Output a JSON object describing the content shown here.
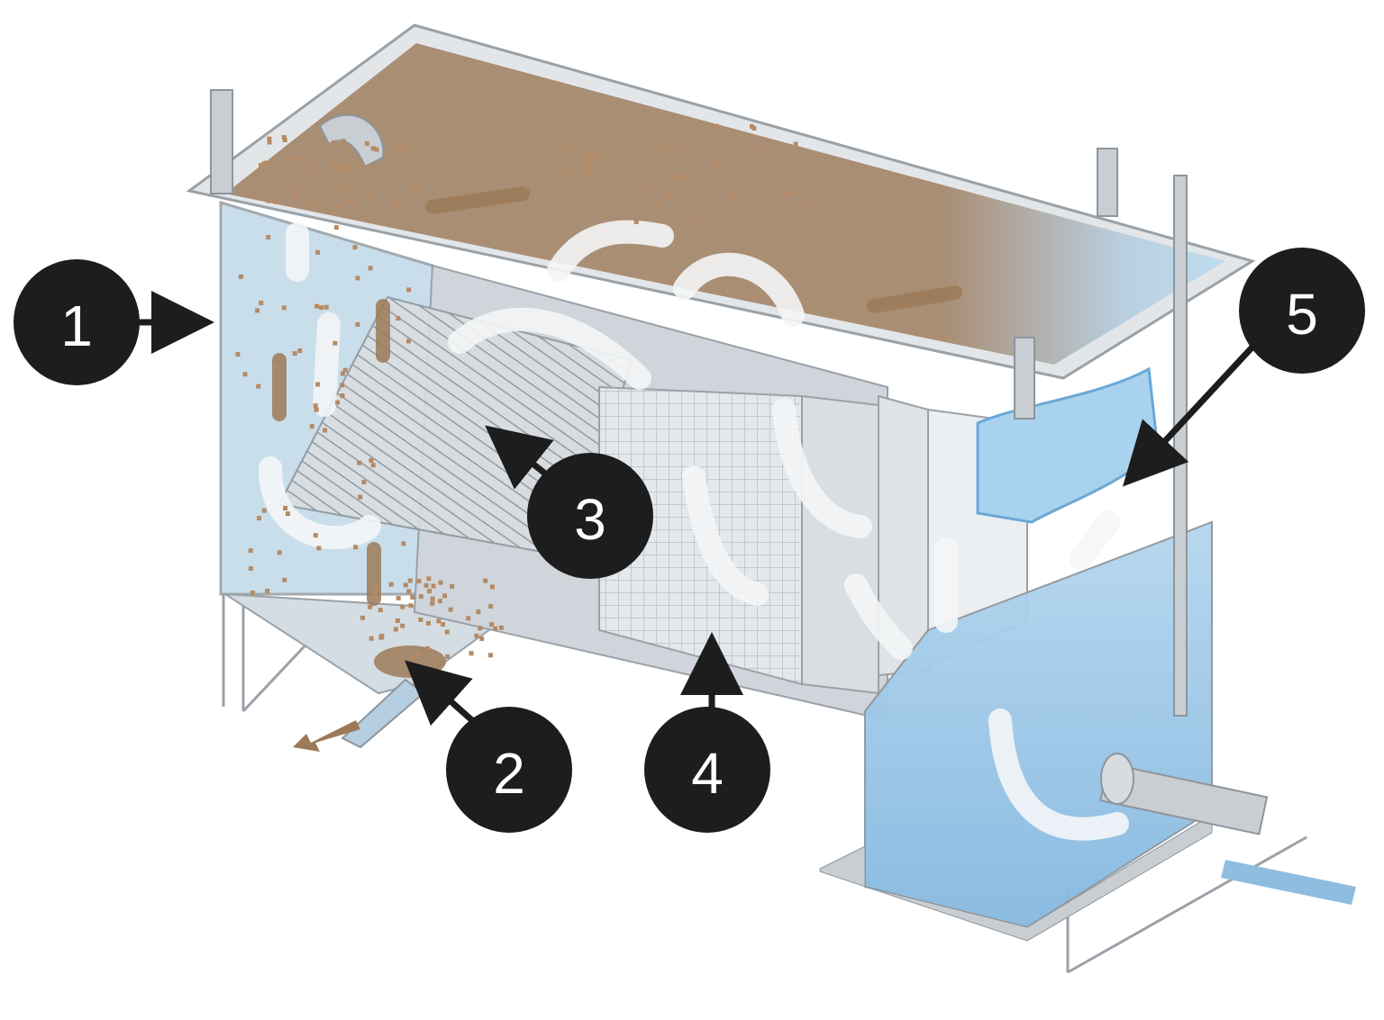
{
  "colors": {
    "sludge": "#9c7a58",
    "water_light": "#bcdcef",
    "water_mid": "#9ecbe8",
    "water_dark": "#7fb6df",
    "steel": "#c9ced3",
    "steel_dark": "#8e959c",
    "callout_bg": "#1d1d1d",
    "callout_text": "#ffffff",
    "flow_arrow": "#f4f6f7"
  },
  "callouts": [
    {
      "label": "1"
    },
    {
      "label": "2"
    },
    {
      "label": "3"
    },
    {
      "label": "4"
    },
    {
      "label": "5"
    }
  ]
}
